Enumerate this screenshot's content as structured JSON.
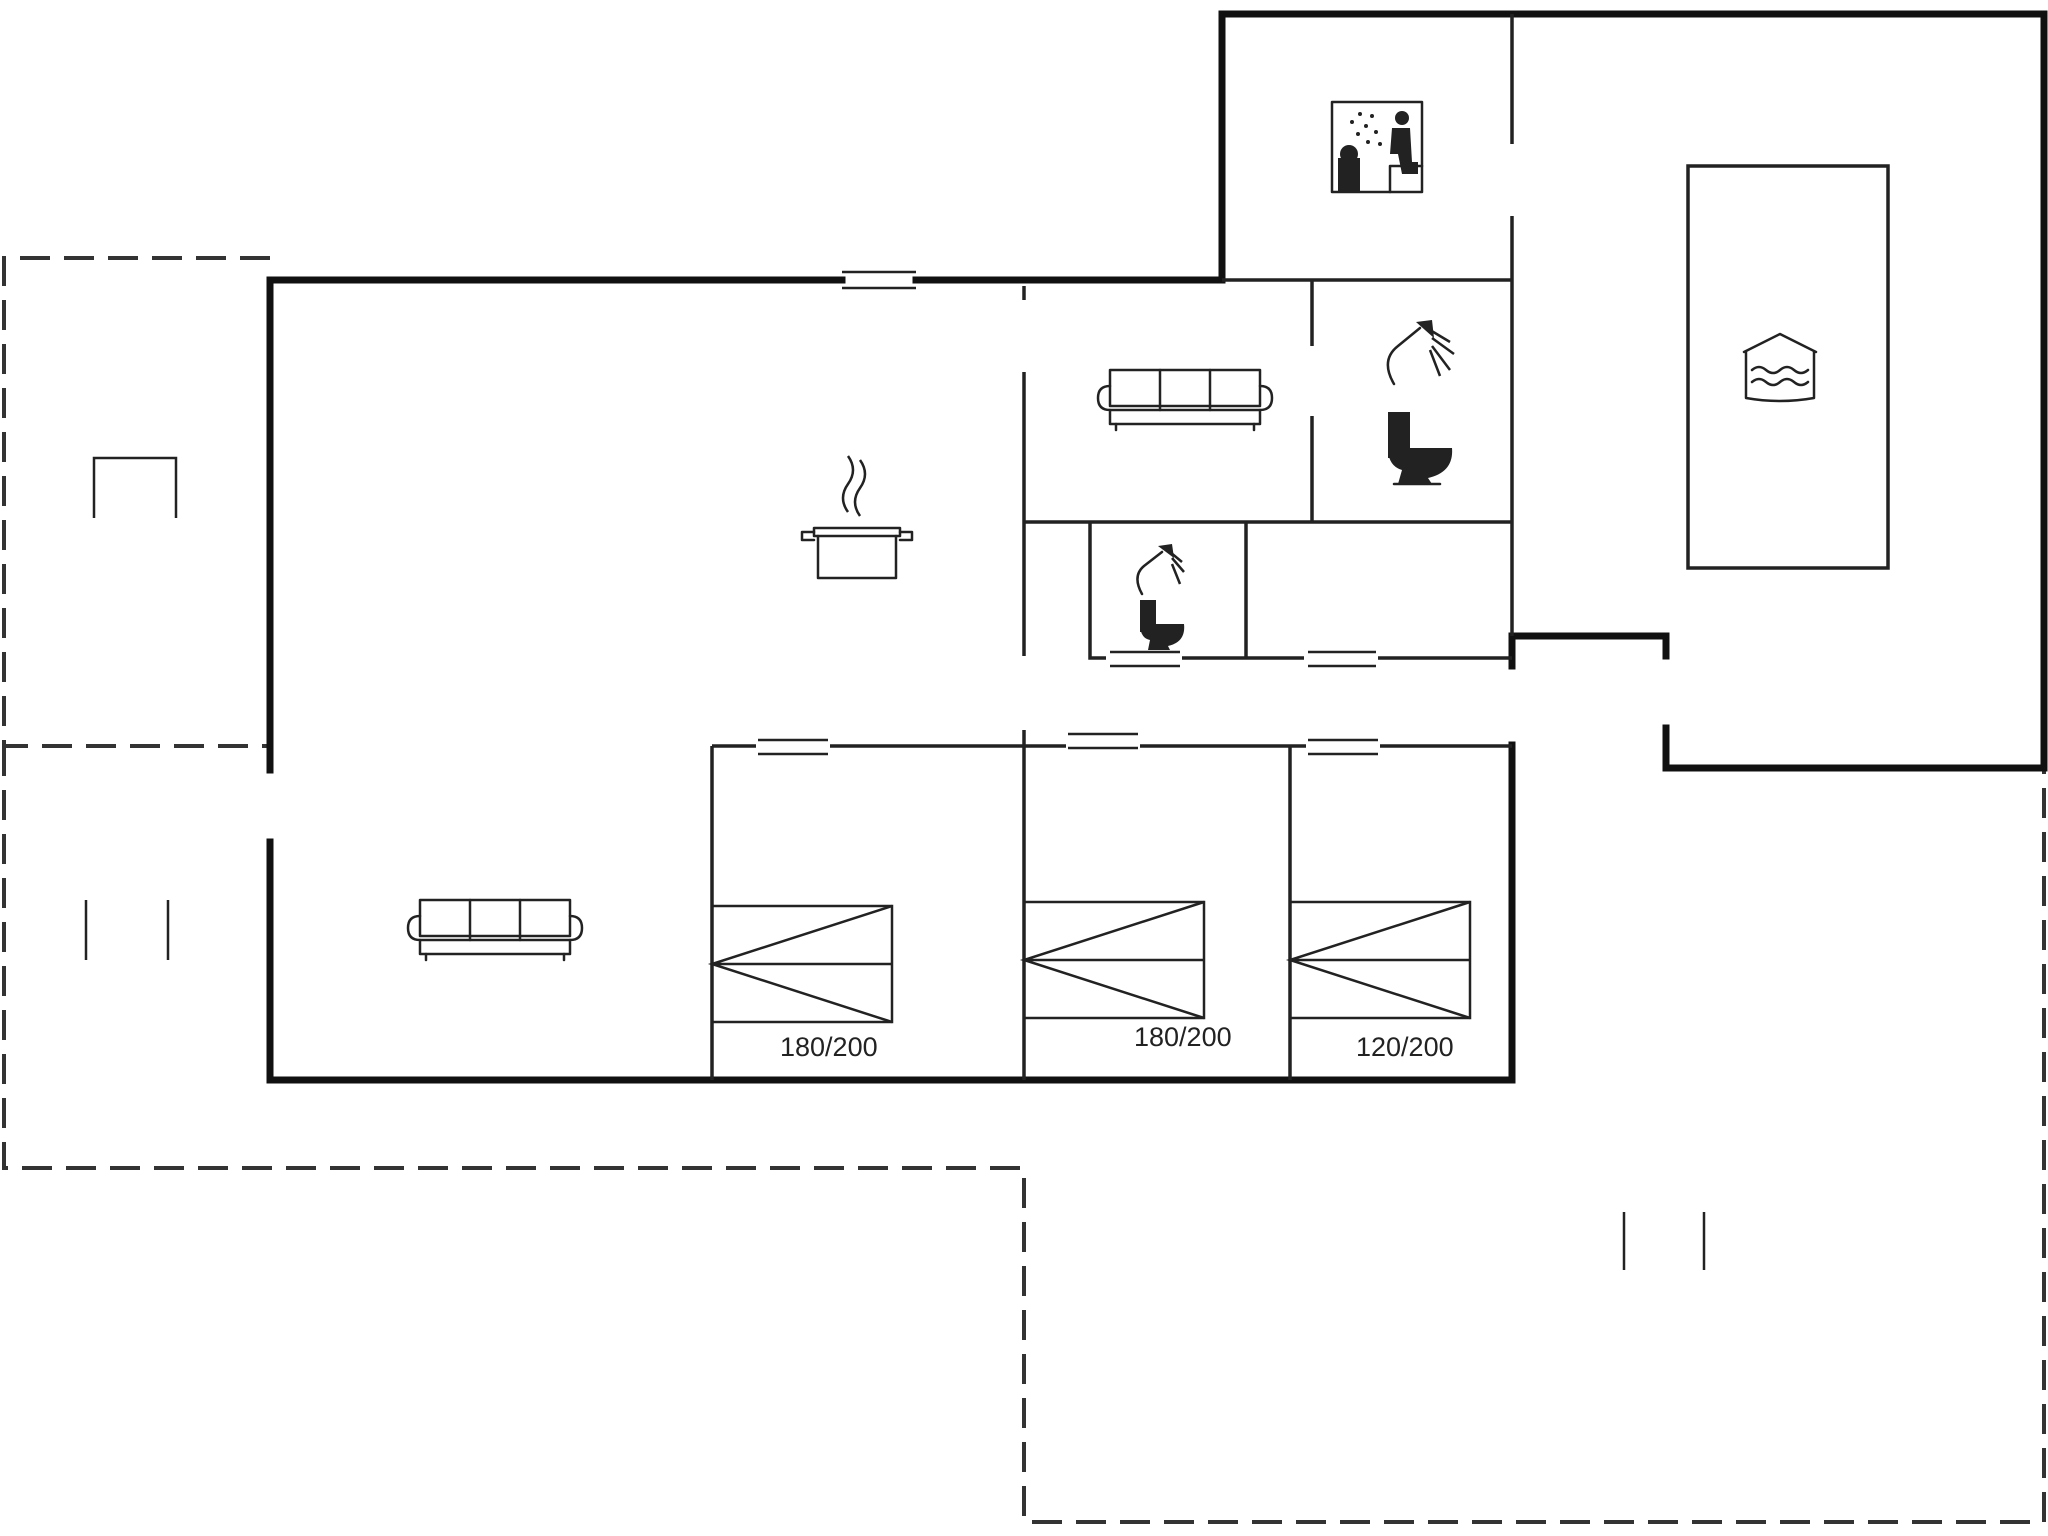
{
  "plan": {
    "beds": [
      {
        "id": "bedroom-1",
        "label": "180/200"
      },
      {
        "id": "bedroom-2",
        "label": "180/200"
      },
      {
        "id": "bedroom-3",
        "label": "120/200"
      }
    ],
    "icons": [
      "sauna-icon",
      "shower-icon",
      "toilet-icon",
      "sofa-icon",
      "cooking-pot-icon",
      "pool-icon"
    ],
    "colors": {
      "wall": "#111111",
      "background": "#ffffff"
    }
  }
}
